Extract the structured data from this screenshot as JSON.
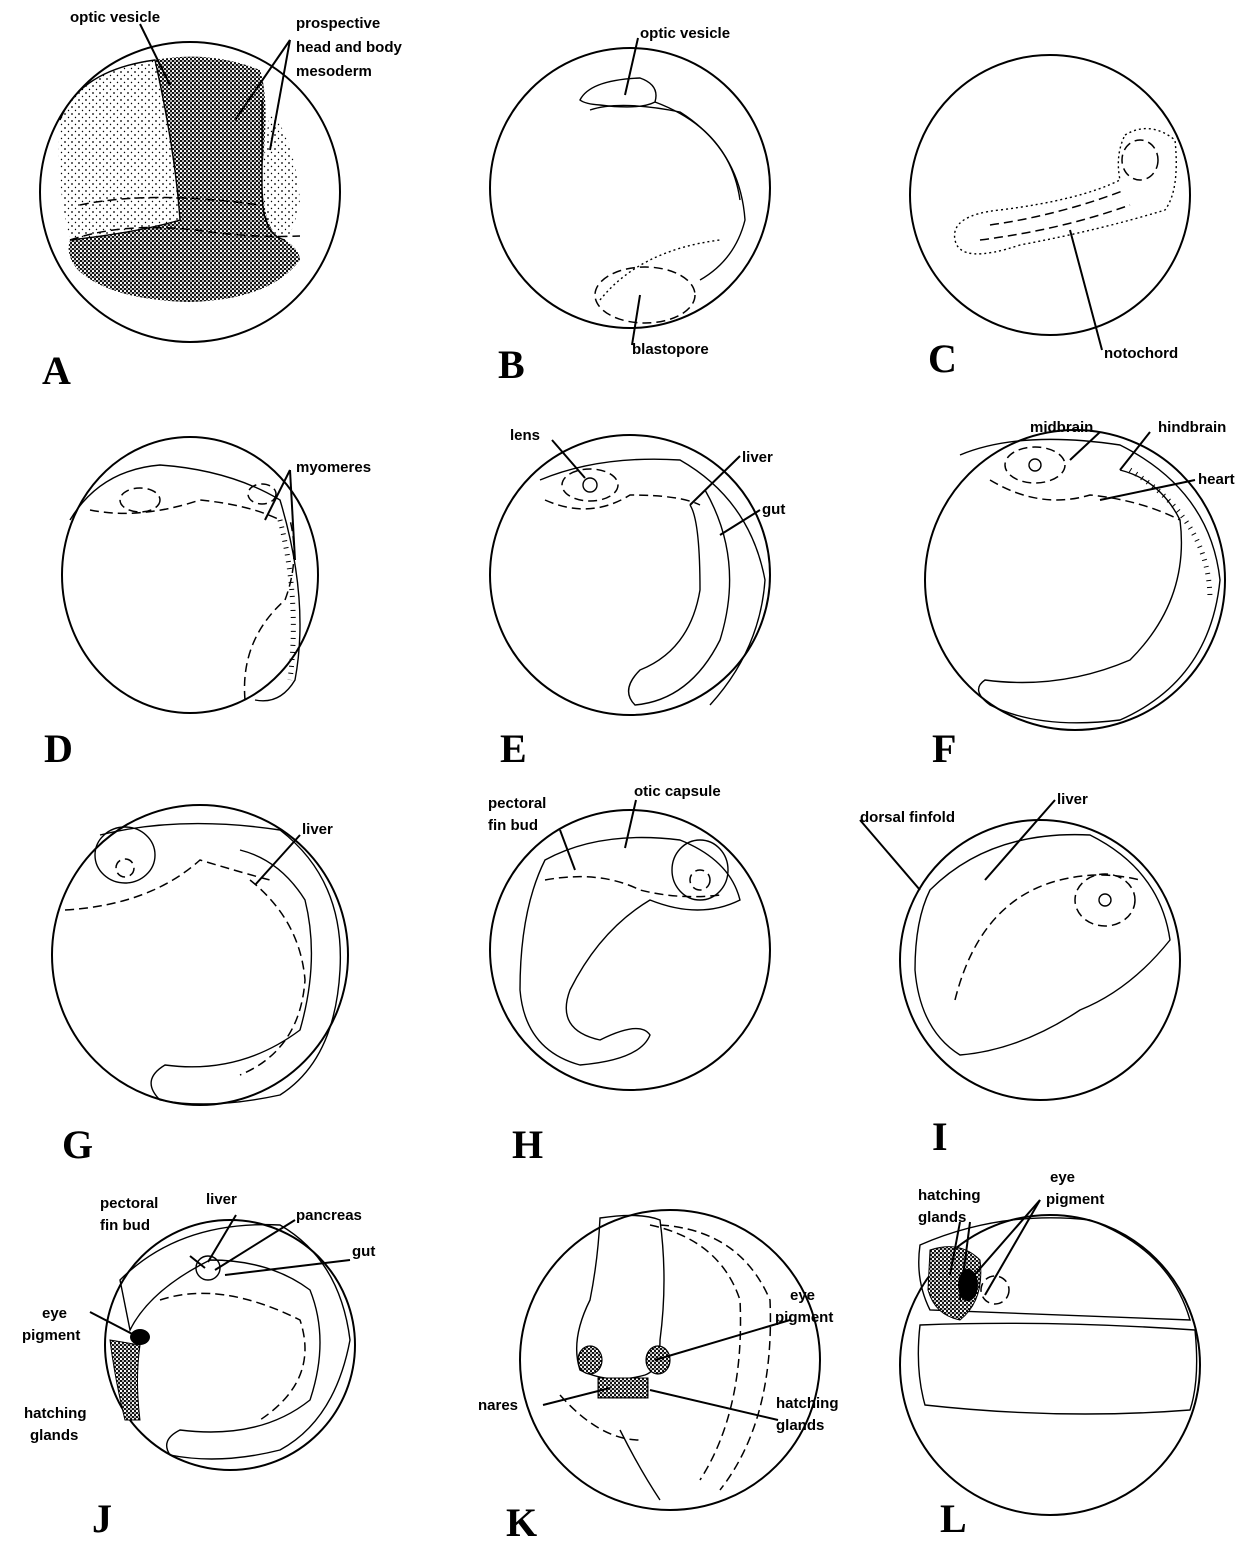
{
  "figure": {
    "panels": [
      {
        "id": "A",
        "letter": "A",
        "labels": [
          "optic vesicle",
          "prospective head and body mesoderm"
        ]
      },
      {
        "id": "B",
        "letter": "B",
        "labels": [
          "optic vesicle",
          "blastopore"
        ]
      },
      {
        "id": "C",
        "letter": "C",
        "labels": [
          "notochord"
        ]
      },
      {
        "id": "D",
        "letter": "D",
        "labels": [
          "myomeres"
        ]
      },
      {
        "id": "E",
        "letter": "E",
        "labels": [
          "lens",
          "liver",
          "gut"
        ]
      },
      {
        "id": "F",
        "letter": "F",
        "labels": [
          "midbrain",
          "hindbrain",
          "heart"
        ]
      },
      {
        "id": "G",
        "letter": "G",
        "labels": [
          "liver"
        ]
      },
      {
        "id": "H",
        "letter": "H",
        "labels": [
          "pectoral fin bud",
          "otic capsule"
        ]
      },
      {
        "id": "I",
        "letter": "I",
        "labels": [
          "dorsal finfold",
          "liver"
        ]
      },
      {
        "id": "J",
        "letter": "J",
        "labels": [
          "pectoral fin bud",
          "liver",
          "pancreas",
          "gut",
          "eye pigment",
          "hatching glands"
        ]
      },
      {
        "id": "K",
        "letter": "K",
        "labels": [
          "eye pigment",
          "nares",
          "hatching glands"
        ]
      },
      {
        "id": "L",
        "letter": "L",
        "labels": [
          "hatching glands",
          "eye pigment"
        ]
      }
    ]
  }
}
